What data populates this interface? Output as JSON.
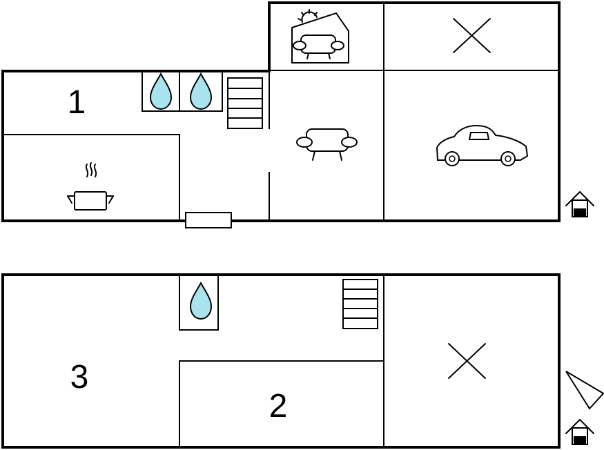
{
  "floorplan": {
    "upper_floor": {
      "room_numbers": [
        "1"
      ]
    },
    "lower_floor": {
      "room_numbers": [
        "3",
        "2"
      ]
    }
  },
  "icons": {
    "water": "water-drop-icon",
    "stairs": "stairs-icon",
    "sofa": "sofa-icon",
    "sun_room": "sunroom-sofa-icon",
    "car": "car-icon",
    "cross": "unused-room-cross-icon",
    "cooking_pot": "cooking-pot-icon",
    "entrance": "house-entrance-icon",
    "north": "north-arrow-icon"
  },
  "colors": {
    "water_fill": "#a8e3ee",
    "wall": "#000000",
    "background": "#ffffff"
  }
}
